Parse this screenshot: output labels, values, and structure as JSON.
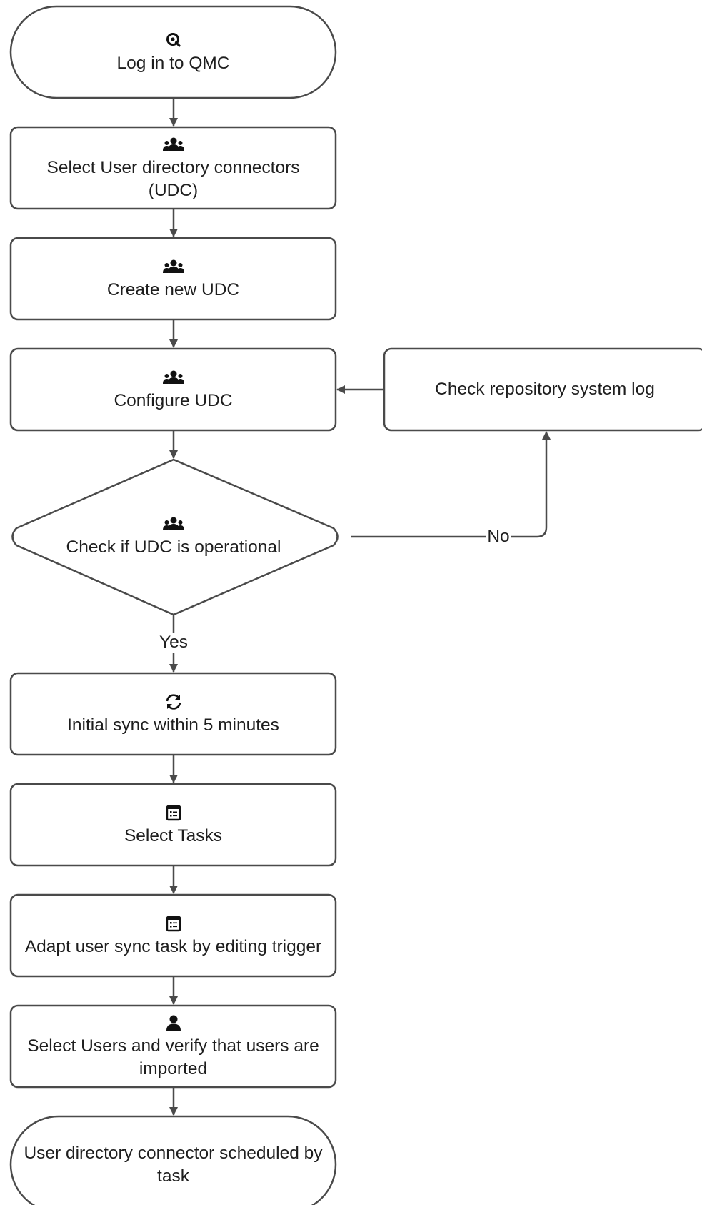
{
  "diagram": {
    "nodes": {
      "login": {
        "label": "Log in to QMC",
        "icon": "qlik-q-icon"
      },
      "select_udc": {
        "label": "Select User directory connectors (UDC)",
        "icon": "users-icon"
      },
      "create_udc": {
        "label": "Create new UDC",
        "icon": "users-icon"
      },
      "configure": {
        "label": "Configure UDC",
        "icon": "users-icon"
      },
      "check_log": {
        "label": "Check repository system log"
      },
      "check_op": {
        "label": "Check if UDC is operational",
        "icon": "users-icon"
      },
      "sync": {
        "label": "Initial sync within 5 minutes",
        "icon": "sync-icon"
      },
      "tasks": {
        "label": "Select Tasks",
        "icon": "tasks-icon"
      },
      "adapt": {
        "label": "Adapt user sync task by editing trigger",
        "icon": "tasks-icon"
      },
      "verify": {
        "label": "Select Users and verify that users are imported",
        "icon": "user-icon"
      },
      "end": {
        "label": "User directory connector scheduled by task"
      }
    },
    "edge_labels": {
      "no": "No",
      "yes": "Yes"
    },
    "colors": {
      "stroke": "#4a4a4a",
      "fill": "#ffffff",
      "text": "#1e1e1e",
      "icon": "#111111"
    }
  }
}
